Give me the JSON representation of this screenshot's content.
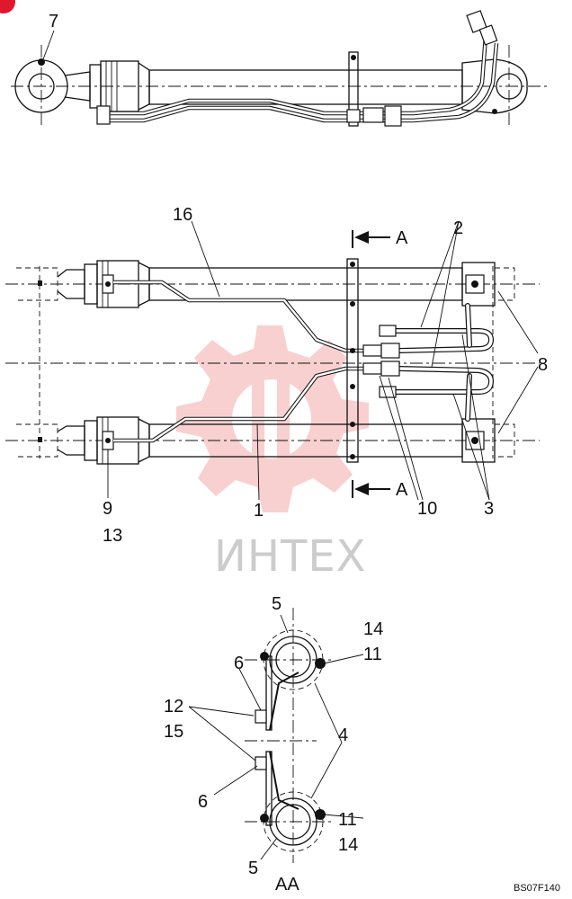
{
  "callouts": {
    "c7": "7",
    "c16": "16",
    "c2": "2",
    "c8": "8",
    "c9": "9",
    "c13": "13",
    "c1": "1",
    "c10": "10",
    "c3": "3",
    "c5_top": "5",
    "c14_top": "14",
    "c11_top": "11",
    "c6_top": "6",
    "c12": "12",
    "c15": "15",
    "c4": "4",
    "c6_bottom": "6",
    "c11_bottom": "11",
    "c14_bottom": "14",
    "c5_bottom": "5"
  },
  "section": {
    "marker_top": "A",
    "marker_bottom": "A",
    "view_title": "AA"
  },
  "drawing_code": "BS07F140",
  "watermark": "ИНТЕХ",
  "colors": {
    "watermark": "#cccccc",
    "watermark_gear": "#f2a3a3",
    "badge": "#e0182d"
  }
}
